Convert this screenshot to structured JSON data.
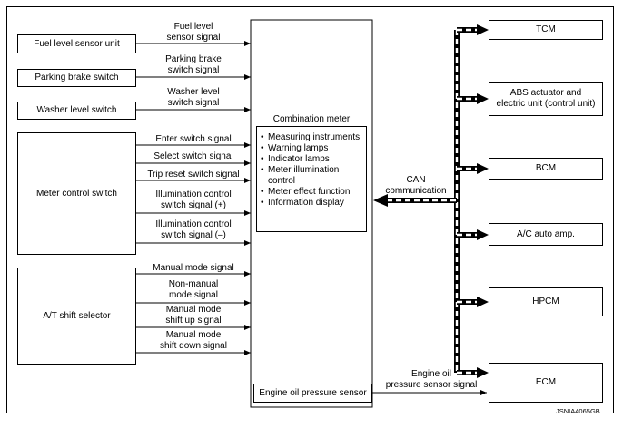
{
  "inputs": {
    "fuel_sensor": "Fuel level sensor unit",
    "parking_switch": "Parking brake switch",
    "washer_switch": "Washer level switch",
    "meter_control": "Meter control switch",
    "at_selector": "A/T shift selector",
    "oil_sensor": "Engine oil pressure sensor"
  },
  "signals": {
    "fuel_1": "Fuel level",
    "fuel_2": "sensor signal",
    "park_1": "Parking brake",
    "park_2": "switch signal",
    "wash_1": "Washer level",
    "wash_2": "switch signal",
    "enter": "Enter switch signal",
    "select": "Select switch signal",
    "trip": "Trip reset switch signal",
    "illum_p1": "Illumination control",
    "illum_p2": "switch signal (+)",
    "illum_m1": "Illumination control",
    "illum_m2": "switch signal (–)",
    "manual": "Manual mode signal",
    "nonman_1": "Non-manual",
    "nonman_2": "mode signal",
    "up_1": "Manual mode",
    "up_2": "shift up signal",
    "down_1": "Manual mode",
    "down_2": "shift down signal",
    "oil_1": "Engine oil",
    "oil_2": "pressure sensor signal"
  },
  "meter": {
    "title": "Combination meter",
    "functions": [
      "Measuring instruments",
      "Warning lamps",
      "Indicator lamps",
      "Meter illumination control",
      "Meter effect function",
      "Information display"
    ]
  },
  "can": {
    "line1": "CAN",
    "line2": "communication"
  },
  "units": {
    "tcm": "TCM",
    "abs_1": "ABS actuator and",
    "abs_2": "electric unit (control unit)",
    "bcm": "BCM",
    "ac": "A/C auto amp.",
    "hpcm": "HPCM",
    "ecm": "ECM"
  },
  "code": "JSNIA4065GB"
}
